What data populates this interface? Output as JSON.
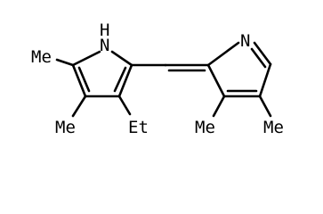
{
  "molecule": {
    "labels": {
      "nh": "H",
      "n_pyrrole": "N",
      "n_pyrrolenine": "N",
      "methyl_c5": "Me",
      "methyl_c4": "Me",
      "ethyl_c3": "Et",
      "methyl_c3p": "Me",
      "methyl_c4p": "Me"
    }
  }
}
